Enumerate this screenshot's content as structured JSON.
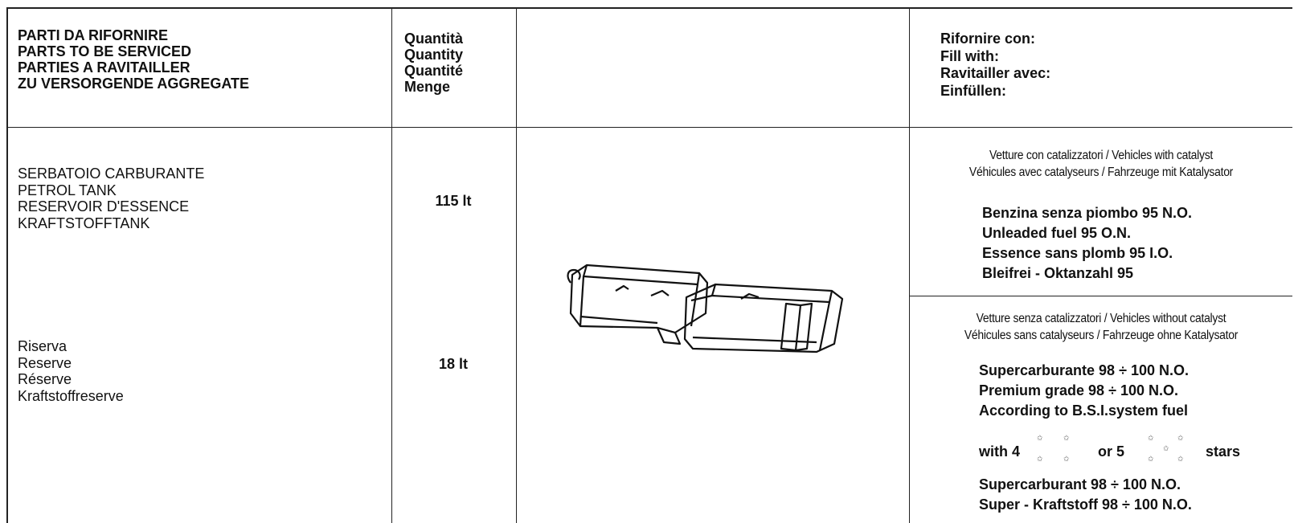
{
  "header": {
    "parts": [
      "PARTI DA RIFORNIRE",
      "PARTS TO BE SERVICED",
      "PARTIES A RAVITAILLER",
      "ZU VERSORGENDE AGGREGATE"
    ],
    "quantity": [
      "Quantità",
      "Quantity",
      "Quantité",
      "Menge"
    ],
    "fill": [
      "Rifornire con:",
      "Fill with:",
      "Ravitailler avec:",
      "Einfüllen:"
    ]
  },
  "tank": {
    "labels": [
      "SERBATOIO CARBURANTE",
      "PETROL TANK",
      "RESERVOIR D'ESSENCE",
      "KRAFTSTOFFTANK"
    ],
    "quantity": "115 lt"
  },
  "reserve": {
    "labels": [
      "Riserva",
      "Reserve",
      "Réserve",
      "Kraftstoffreserve"
    ],
    "quantity": "18 lt"
  },
  "catalyst": {
    "condition": [
      "Vetture con catalizzatori / Vehicles with catalyst",
      "Véhicules avec catalyseurs / Fahrzeuge mit Katalysator"
    ],
    "fuel": [
      "Benzina senza piombo 95 N.O.",
      "Unleaded fuel 95 O.N.",
      "Essence sans plomb 95 I.O.",
      "Bleifrei - Oktanzahl 95"
    ]
  },
  "no_catalyst": {
    "condition": [
      "Vetture senza catalizzatori / Vehicles without catalyst",
      "Véhicules sans catalyseurs / Fahrzeuge ohne Katalysator"
    ],
    "fuel_top": [
      "Supercarburante 98 ÷ 100 N.O.",
      "Premium grade 98 ÷ 100 N.O.",
      "According to B.S.I.system fuel"
    ],
    "stars": {
      "with": "with 4",
      "or": "or 5",
      "stars": "stars",
      "star_count_a": 4,
      "star_count_b": 5
    },
    "fuel_bottom": [
      "Supercarburant 98 ÷ 100 N.O.",
      "Super - Kraftstoff 98 ÷ 100 N.O."
    ]
  },
  "illustration": {
    "icon": "fuel-tank-drawing"
  }
}
